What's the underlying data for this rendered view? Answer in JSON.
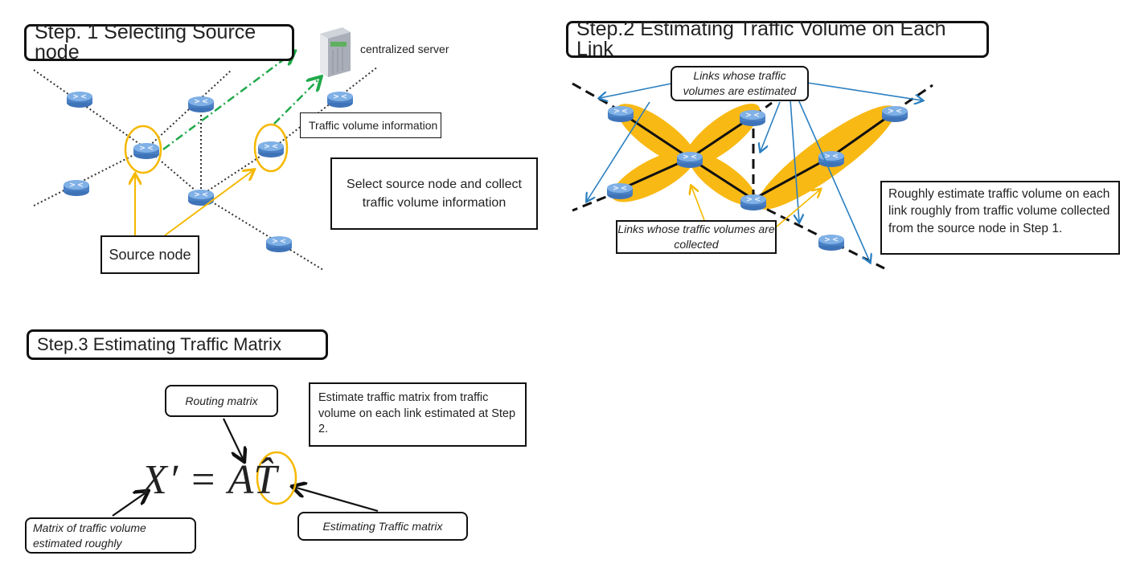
{
  "step1": {
    "title": "Step. 1  Selecting Source node",
    "server_label": "centralized server",
    "traffic_info_label": "Traffic volume information",
    "description": "Select source node and collect traffic volume information",
    "source_node_label": "Source node"
  },
  "step2": {
    "title": "Step.2 Estimating Traffic Volume on Each Link",
    "estimated_label": "Links whose traffic volumes are estimated",
    "collected_label": "Links whose traffic volumes  are collected",
    "description": "Roughly estimate  traffic volume on each link roughly from traffic volume collected from the source node in Step 1."
  },
  "step3": {
    "title": "Step.3  Estimating Traffic Matrix",
    "equation": {
      "lhs": "X′",
      "eq": "=",
      "a": "A",
      "t": "T̂"
    },
    "routing_label": "Routing matrix",
    "description": "Estimate traffic matrix from traffic volume on each link estimated at Step 2.",
    "x_label": "Matrix of traffic volume estimated roughly",
    "t_label": "Estimating  Traffic matrix"
  },
  "colors": {
    "router": "#5b8fd0",
    "highlight": "#f5b800",
    "collect_arrow": "#1faa4a",
    "estimate_arrow": "#2a7fc1"
  }
}
